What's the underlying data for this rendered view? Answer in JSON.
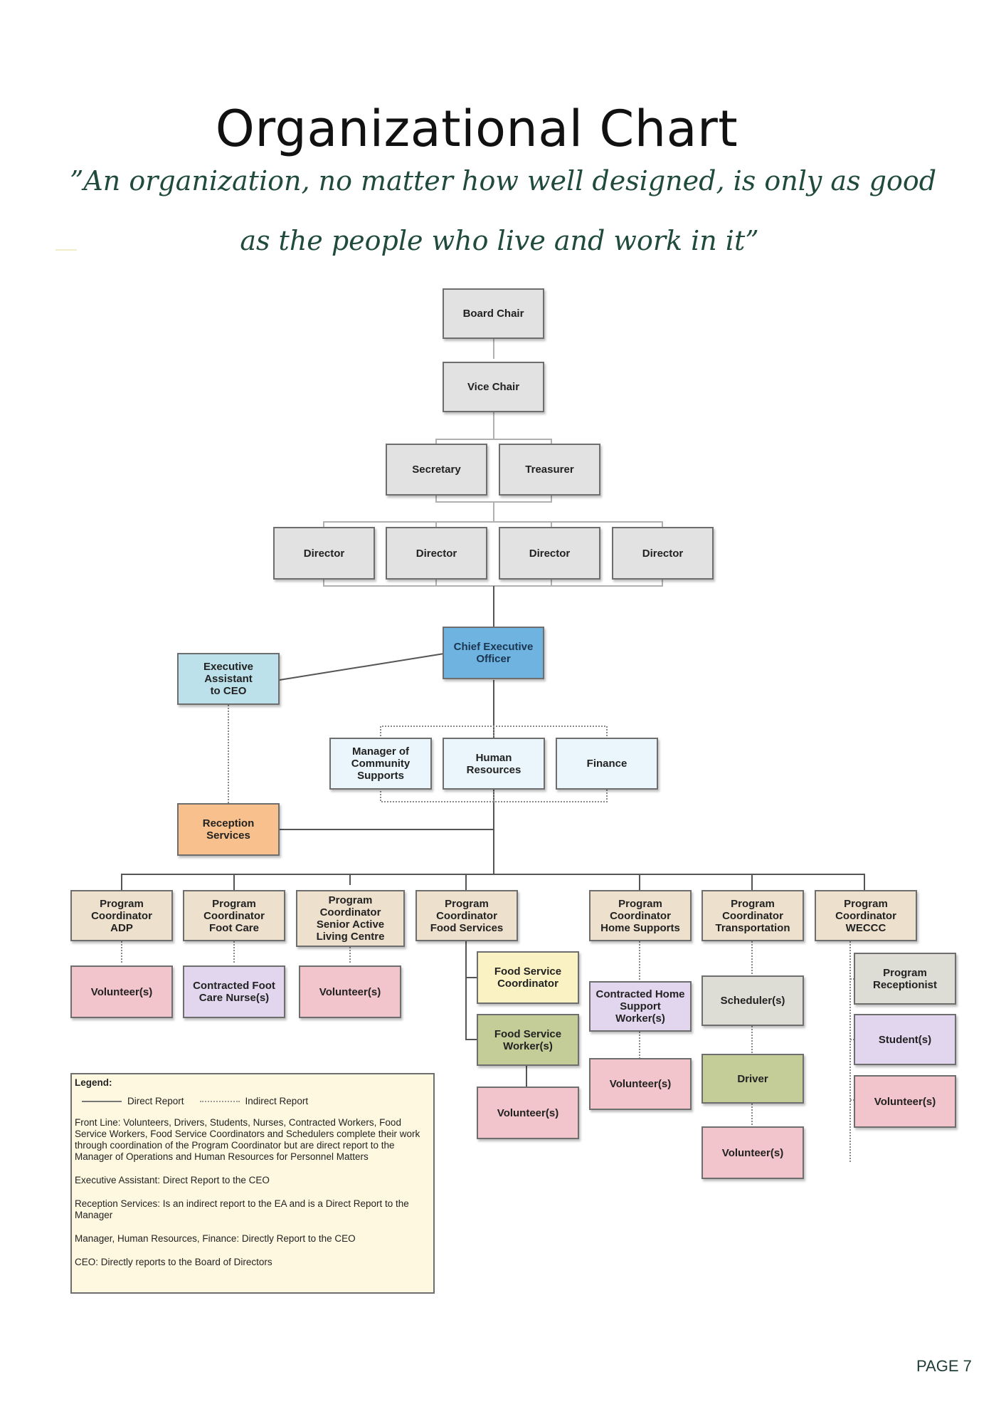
{
  "header": {
    "title": "Organizational Chart",
    "quote_line1": "”An organization, no matter how well designed, is only as good",
    "quote_line2": "as the people who live and work in it”"
  },
  "nodes": {
    "board_chair": "Board Chair",
    "vice_chair": "Vice Chair",
    "secretary": "Secretary",
    "treasurer": "Treasurer",
    "director_1": "Director",
    "director_2": "Director",
    "director_3": "Director",
    "director_4": "Director",
    "ceo": "Chief Executive\nOfficer",
    "executive_assistant": "Executive\nAssistant\nto CEO",
    "manager_community": "Manager of\nCommunity\nSupports",
    "human_resources": "Human\nResources",
    "finance": "Finance",
    "reception": "Reception\nServices",
    "pc_adp": "Program\nCoordinator\nADP",
    "pc_foot_care": "Program\nCoordinator\nFoot Care",
    "pc_senior": "Program\nCoordinator\nSenior Active\nLiving Centre",
    "pc_food": "Program\nCoordinator\nFood Services",
    "pc_home": "Program\nCoordinator\nHome Supports",
    "pc_transport": "Program\nCoordinator\nTransportation",
    "pc_weccc": "Program\nCoordinator\nWECCC",
    "vol_adp": "Volunteer(s)",
    "foot_nurse": "Contracted Foot\nCare Nurse(s)",
    "vol_senior": "Volunteer(s)",
    "food_coordinator": "Food Service\nCoordinator",
    "food_worker": "Food Service\nWorker(s)",
    "vol_food": "Volunteer(s)",
    "home_worker": "Contracted Home\nSupport\nWorker(s)",
    "vol_home": "Volunteer(s)",
    "scheduler": "Scheduler(s)",
    "driver": "Driver",
    "vol_transport": "Volunteer(s)",
    "program_receptionist": "Program\nReceptionist",
    "students": "Student(s)",
    "vol_weccc": "Volunteer(s)"
  },
  "legend": {
    "title": "Legend:",
    "direct": "Direct Report",
    "indirect": "Indirect Report",
    "p1": "Front Line:  Volunteers, Drivers, Students, Nurses, Contracted Workers, Food Service Workers, Food Service Coordinators and Schedulers complete their work through coordination of the Program Coordinator but are direct report to the Manager of Operations and Human Resources for Personnel Matters",
    "p2": "Executive Assistant: Direct Report to the CEO",
    "p3": "Reception Services: Is an indirect report to the EA and is a Direct Report to the Manager",
    "p4": "Manager, Human Resources, Finance: Directly Report to the CEO",
    "p5": "CEO: Directly reports to the Board of Directors"
  },
  "footer": {
    "page": "PAGE 7"
  }
}
